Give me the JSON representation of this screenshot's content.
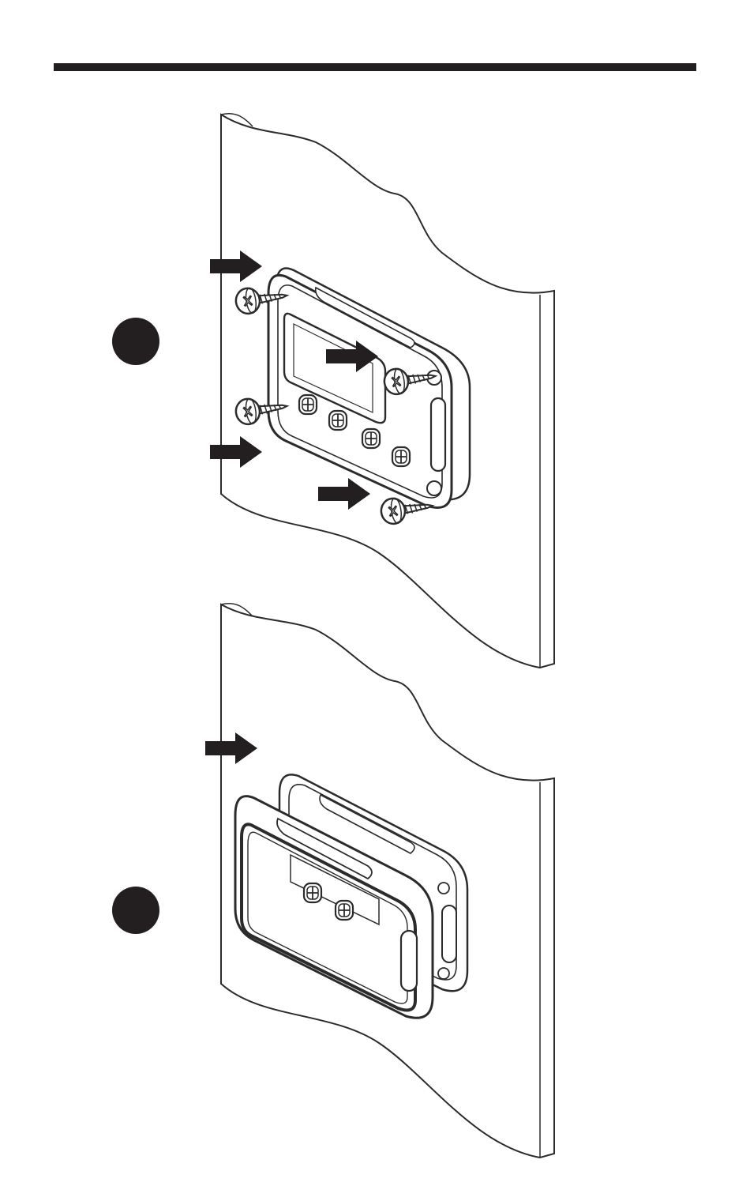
{
  "colors": {
    "ink": "#231f20",
    "line": "#2b2b2b",
    "paper": "#ffffff",
    "fill_light": "#f4f4f4"
  },
  "icons": {
    "step_marker": "filled-circle",
    "direction": "arrow-right",
    "fastener": "phillips-screw"
  },
  "steps": [
    {
      "marker": "",
      "arrows": 4,
      "screws": 4
    },
    {
      "marker": "",
      "arrows": 1,
      "screws": 0
    }
  ]
}
